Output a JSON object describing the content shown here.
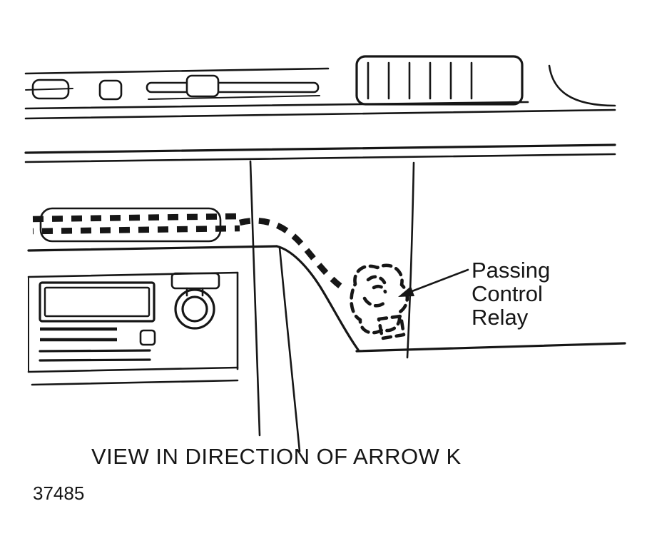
{
  "figure": {
    "background": "#ffffff",
    "ink": "#161616",
    "caption": "VIEW IN DIRECTION OF ARROW K",
    "figure_number": "37485",
    "relay_label": {
      "lines": [
        "Passing",
        "Control",
        "Relay"
      ]
    }
  }
}
